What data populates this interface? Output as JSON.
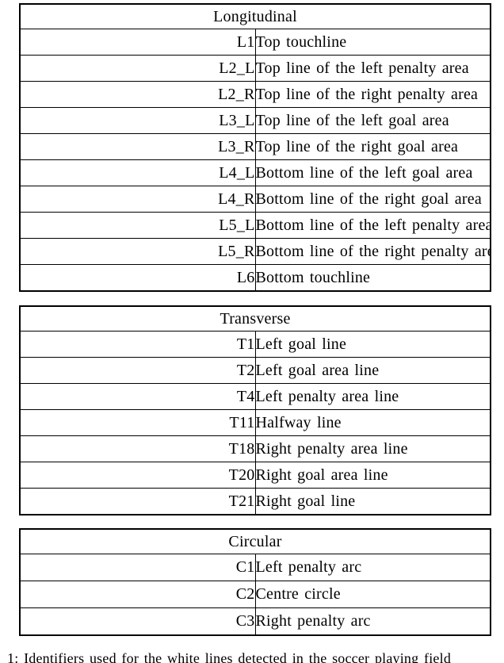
{
  "page": {
    "background": "#ffffff",
    "text_color": "#000000",
    "border_color": "#000000"
  },
  "tables": [
    {
      "header": "Longitudinal",
      "rows": [
        {
          "id": "L1",
          "label": "Top touchline"
        },
        {
          "id": "L2_L",
          "label": "Top line of the left penalty area"
        },
        {
          "id": "L2_R",
          "label": "Top line of the right penalty area"
        },
        {
          "id": "L3_L",
          "label": "Top line of the left goal area"
        },
        {
          "id": "L3_R",
          "label": "Top line of the right goal area"
        },
        {
          "id": "L4_L",
          "label": "Bottom line of the left goal area"
        },
        {
          "id": "L4_R",
          "label": "Bottom line of the right goal area"
        },
        {
          "id": "L5_L",
          "label": "Bottom line of the left penalty area"
        },
        {
          "id": "L5_R",
          "label": "Bottom line of the right penalty area"
        },
        {
          "id": "L6",
          "label": "Bottom touchline"
        }
      ]
    },
    {
      "header": "Transverse",
      "rows": [
        {
          "id": "T1",
          "label": "Left goal line"
        },
        {
          "id": "T2",
          "label": "Left goal area line"
        },
        {
          "id": "T4",
          "label": "Left penalty area line"
        },
        {
          "id": "T11",
          "label": "Halfway line"
        },
        {
          "id": "T18",
          "label": "Right penalty area line"
        },
        {
          "id": "T20",
          "label": "Right goal area line"
        },
        {
          "id": "T21",
          "label": "Right goal line"
        }
      ]
    },
    {
      "header": "Circular",
      "rows": [
        {
          "id": "C1",
          "label": "Left penalty arc"
        },
        {
          "id": "C2",
          "label": "Centre circle"
        },
        {
          "id": "C3",
          "label": "Right penalty arc"
        }
      ]
    }
  ],
  "caption": {
    "text": "1: Identifiers used for the white lines detected in the soccer playing field"
  }
}
